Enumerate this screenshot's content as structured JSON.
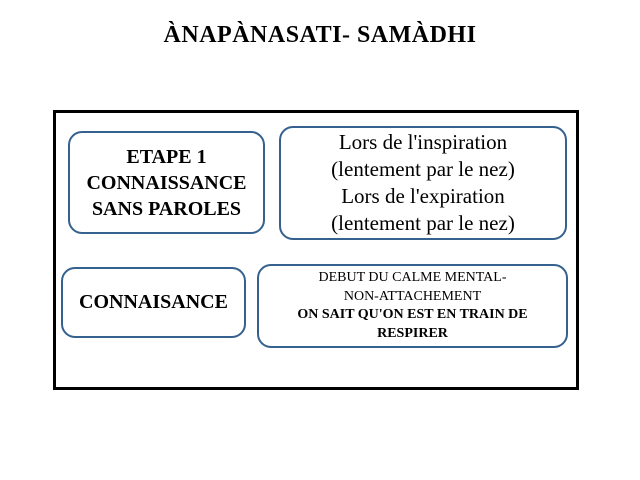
{
  "title": "ÀNAPÀNASATI- SAMÀDHI",
  "colors": {
    "box_border": "#35618F",
    "frame_border": "#000000",
    "background": "#FFFFFF",
    "text": "#000000"
  },
  "boxes": [
    {
      "name": "etape-1",
      "lines": [
        "ETAPE 1",
        "CONNAISSANCE",
        "SANS PAROLES"
      ]
    },
    {
      "name": "respiration",
      "lines": [
        "Lors de l'inspiration",
        "(lentement par le nez)",
        "Lors de l'expiration",
        "(lentement par le nez)"
      ]
    },
    {
      "name": "connaisance",
      "lines": [
        "CONNAISANCE"
      ]
    },
    {
      "name": "calme-mental",
      "lines": [
        "DEBUT DU CALME MENTAL-",
        "NON-ATTACHEMENT",
        "ON SAIT QU'ON EST EN TRAIN DE",
        "RESPIRER"
      ]
    }
  ]
}
